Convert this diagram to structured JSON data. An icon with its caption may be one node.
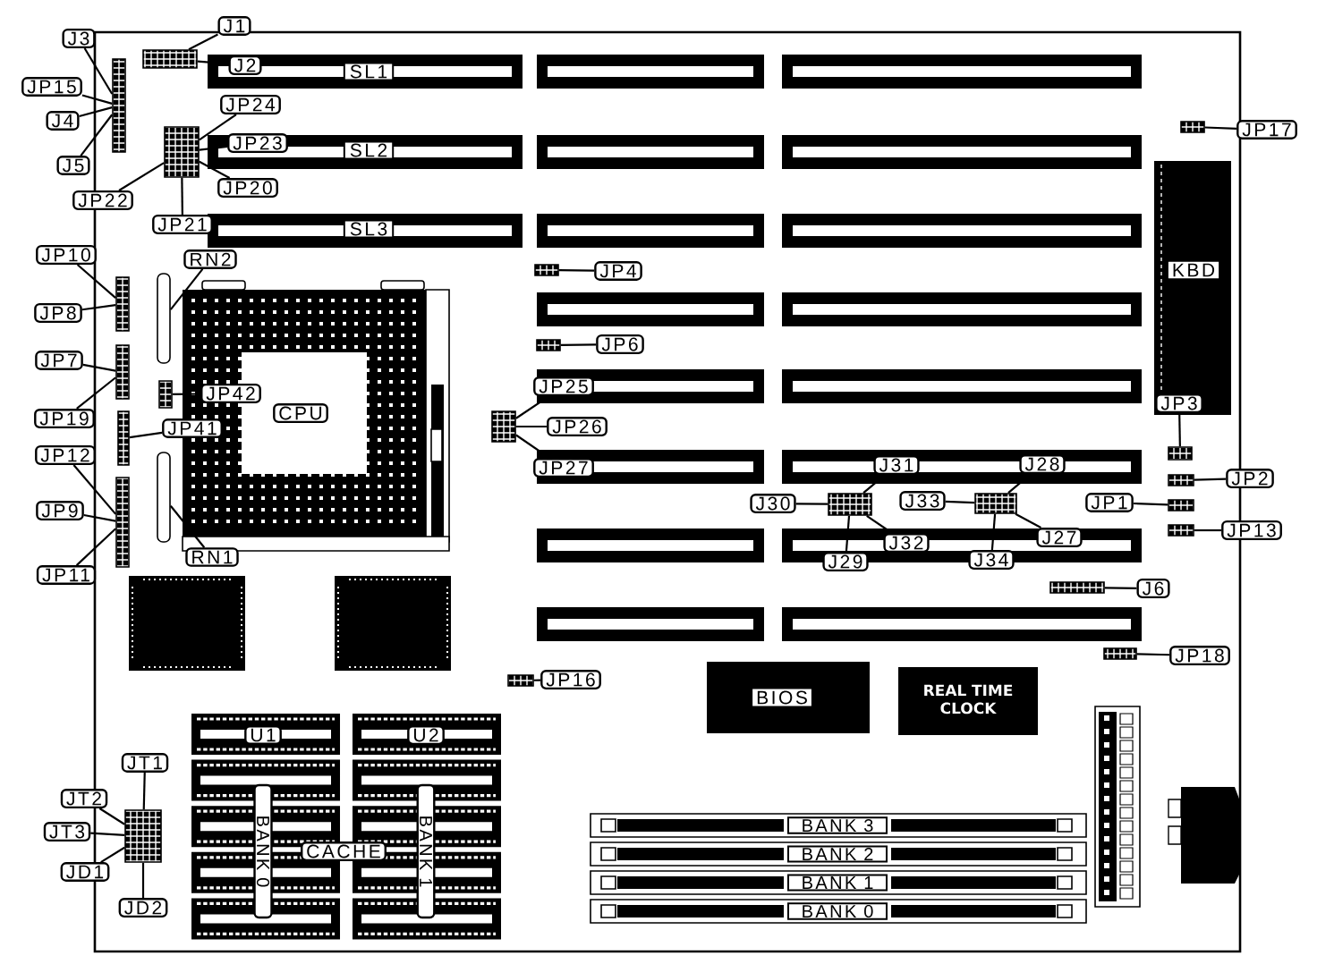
{
  "diagram": {
    "nodes": [
      {
        "text": [
          "J1"
        ]
      },
      {
        "text": [
          "J2"
        ]
      },
      {
        "text": [
          "J3"
        ]
      },
      {
        "text": [
          "JP15"
        ]
      },
      {
        "text": [
          "J4"
        ]
      },
      {
        "text": [
          "J5"
        ]
      },
      {
        "text": [
          "JP24"
        ]
      },
      {
        "text": [
          "JP23"
        ]
      },
      {
        "text": [
          "JP22"
        ]
      },
      {
        "text": [
          "JP21"
        ]
      },
      {
        "text": [
          "JP20"
        ]
      },
      {
        "text": [
          "JP17"
        ]
      },
      {
        "text": [
          "JP10"
        ]
      },
      {
        "text": [
          "RN2"
        ]
      },
      {
        "text": [
          "JP4"
        ]
      },
      {
        "text": [
          "JP8"
        ]
      },
      {
        "text": [
          "JP6"
        ]
      },
      {
        "text": [
          "JP7"
        ]
      },
      {
        "text": [
          "JP42"
        ]
      },
      {
        "text": [
          "JP19"
        ]
      },
      {
        "text": [
          "JP41"
        ]
      },
      {
        "text": [
          "JP25"
        ]
      },
      {
        "text": [
          "JP26"
        ]
      },
      {
        "text": [
          "JP27"
        ]
      },
      {
        "text": [
          "JP3"
        ]
      },
      {
        "text": [
          "JP12"
        ]
      },
      {
        "text": [
          "J31"
        ]
      },
      {
        "text": [
          "J28"
        ]
      },
      {
        "text": [
          "JP2"
        ]
      },
      {
        "text": [
          "J30"
        ]
      },
      {
        "text": [
          "J33"
        ]
      },
      {
        "text": [
          "JP1"
        ]
      },
      {
        "text": [
          "JP9"
        ]
      },
      {
        "text": [
          "J32"
        ]
      },
      {
        "text": [
          "J27"
        ]
      },
      {
        "text": [
          "JP13"
        ]
      },
      {
        "text": [
          "J29"
        ]
      },
      {
        "text": [
          "J34"
        ]
      },
      {
        "text": [
          "RN1"
        ]
      },
      {
        "text": [
          "JP11"
        ]
      },
      {
        "text": [
          "J6"
        ]
      },
      {
        "text": [
          "JP18"
        ]
      },
      {
        "text": [
          "JP16"
        ]
      },
      {
        "text": [
          "JT1"
        ]
      },
      {
        "text": [
          "JT2"
        ]
      },
      {
        "text": [
          "JT3"
        ]
      },
      {
        "text": [
          "JD1"
        ]
      },
      {
        "text": [
          "JD2"
        ]
      },
      {
        "text": [],
        "shape": "box"
      },
      {
        "text": [],
        "shape": "box"
      },
      {
        "text": [],
        "shape": "box"
      },
      {
        "text": [],
        "shape": "box"
      },
      {
        "text": [],
        "shape": "box"
      },
      {
        "text": [],
        "shape": "bar"
      },
      {
        "text": [],
        "shape": "box"
      },
      {
        "text": [],
        "shape": "box"
      },
      {
        "text": [],
        "shape": "box"
      },
      {
        "text": [],
        "shape": "box"
      },
      {
        "text": [],
        "shape": "box"
      },
      {
        "text": [],
        "shape": "box"
      },
      {
        "text": [],
        "shape": "box"
      },
      {
        "text": [],
        "shape": "box"
      },
      {
        "text": [],
        "shape": "box"
      },
      {
        "text": [],
        "shape": "box"
      },
      {
        "text": [],
        "shape": "box"
      },
      {
        "text": [],
        "shape": "box"
      },
      {
        "text": [],
        "shape": "box"
      },
      {
        "text": [],
        "shape": "bar"
      },
      {
        "text": [],
        "shape": "box"
      },
      {
        "text": [],
        "shape": "box"
      },
      {
        "text": [],
        "shape": "box"
      },
      {
        "text": [],
        "shape": "box"
      }
    ],
    "edges": [
      {
        "from": 0,
        "to": 48,
        "arrow": "none"
      },
      {
        "from": 1,
        "to": 48,
        "arrow": "none"
      },
      {
        "from": 2,
        "to": 49,
        "arrow": "none"
      },
      {
        "from": 3,
        "to": 49,
        "arrow": "none"
      },
      {
        "from": 4,
        "to": 49,
        "arrow": "none"
      },
      {
        "from": 5,
        "to": 49,
        "arrow": "none"
      },
      {
        "from": 6,
        "to": 50,
        "arrow": "none"
      },
      {
        "from": 7,
        "to": 50,
        "arrow": "none"
      },
      {
        "from": 8,
        "to": 50,
        "arrow": "none"
      },
      {
        "from": 9,
        "to": 50,
        "arrow": "none"
      },
      {
        "from": 10,
        "to": 50,
        "arrow": "none"
      },
      {
        "from": 11,
        "to": 51,
        "arrow": "none"
      },
      {
        "from": 12,
        "to": 52,
        "arrow": "none"
      },
      {
        "from": 13,
        "to": 53,
        "arrow": "none"
      },
      {
        "from": 14,
        "to": 54,
        "arrow": "none"
      },
      {
        "from": 15,
        "to": 52,
        "arrow": "none"
      },
      {
        "from": 16,
        "to": 55,
        "arrow": "none"
      },
      {
        "from": 17,
        "to": 56,
        "arrow": "none"
      },
      {
        "from": 18,
        "to": 57,
        "arrow": "none"
      },
      {
        "from": 19,
        "to": 56,
        "arrow": "none"
      },
      {
        "from": 20,
        "to": 58,
        "arrow": "none"
      },
      {
        "from": 21,
        "to": 59,
        "arrow": "none"
      },
      {
        "from": 22,
        "to": 59,
        "arrow": "none"
      },
      {
        "from": 23,
        "to": 59,
        "arrow": "none"
      },
      {
        "from": 24,
        "to": 60,
        "arrow": "none"
      },
      {
        "from": 25,
        "to": 66,
        "arrow": "none"
      },
      {
        "from": 26,
        "to": 62,
        "arrow": "none"
      },
      {
        "from": 27,
        "to": 63,
        "arrow": "none"
      },
      {
        "from": 28,
        "to": 61,
        "arrow": "none"
      },
      {
        "from": 29,
        "to": 62,
        "arrow": "none"
      },
      {
        "from": 30,
        "to": 63,
        "arrow": "none"
      },
      {
        "from": 31,
        "to": 64,
        "arrow": "none"
      },
      {
        "from": 32,
        "to": 66,
        "arrow": "none"
      },
      {
        "from": 33,
        "to": 62,
        "arrow": "none"
      },
      {
        "from": 34,
        "to": 63,
        "arrow": "none"
      },
      {
        "from": 35,
        "to": 65,
        "arrow": "none"
      },
      {
        "from": 36,
        "to": 62,
        "arrow": "none"
      },
      {
        "from": 37,
        "to": 63,
        "arrow": "none"
      },
      {
        "from": 38,
        "to": 67,
        "arrow": "none"
      },
      {
        "from": 39,
        "to": 66,
        "arrow": "none"
      },
      {
        "from": 40,
        "to": 68,
        "arrow": "none"
      },
      {
        "from": 41,
        "to": 69,
        "arrow": "none"
      },
      {
        "from": 42,
        "to": 70,
        "arrow": "none"
      },
      {
        "from": 43,
        "to": 71,
        "arrow": "none"
      },
      {
        "from": 44,
        "to": 71,
        "arrow": "none"
      },
      {
        "from": 45,
        "to": 71,
        "arrow": "none"
      },
      {
        "from": 46,
        "to": 71,
        "arrow": "none"
      },
      {
        "from": 47,
        "to": 71,
        "arrow": "none"
      }
    ],
    "labels": [
      "SL1",
      "SL2",
      "SL3",
      "KBD",
      "CPU",
      "BIOS",
      "REAL TIME CLOCK",
      "U1",
      "U2",
      "BANK 0",
      "CACHE",
      "BANK 1",
      "BANK 3",
      "BANK 2",
      "BANK 1",
      "BANK 0"
    ]
  }
}
